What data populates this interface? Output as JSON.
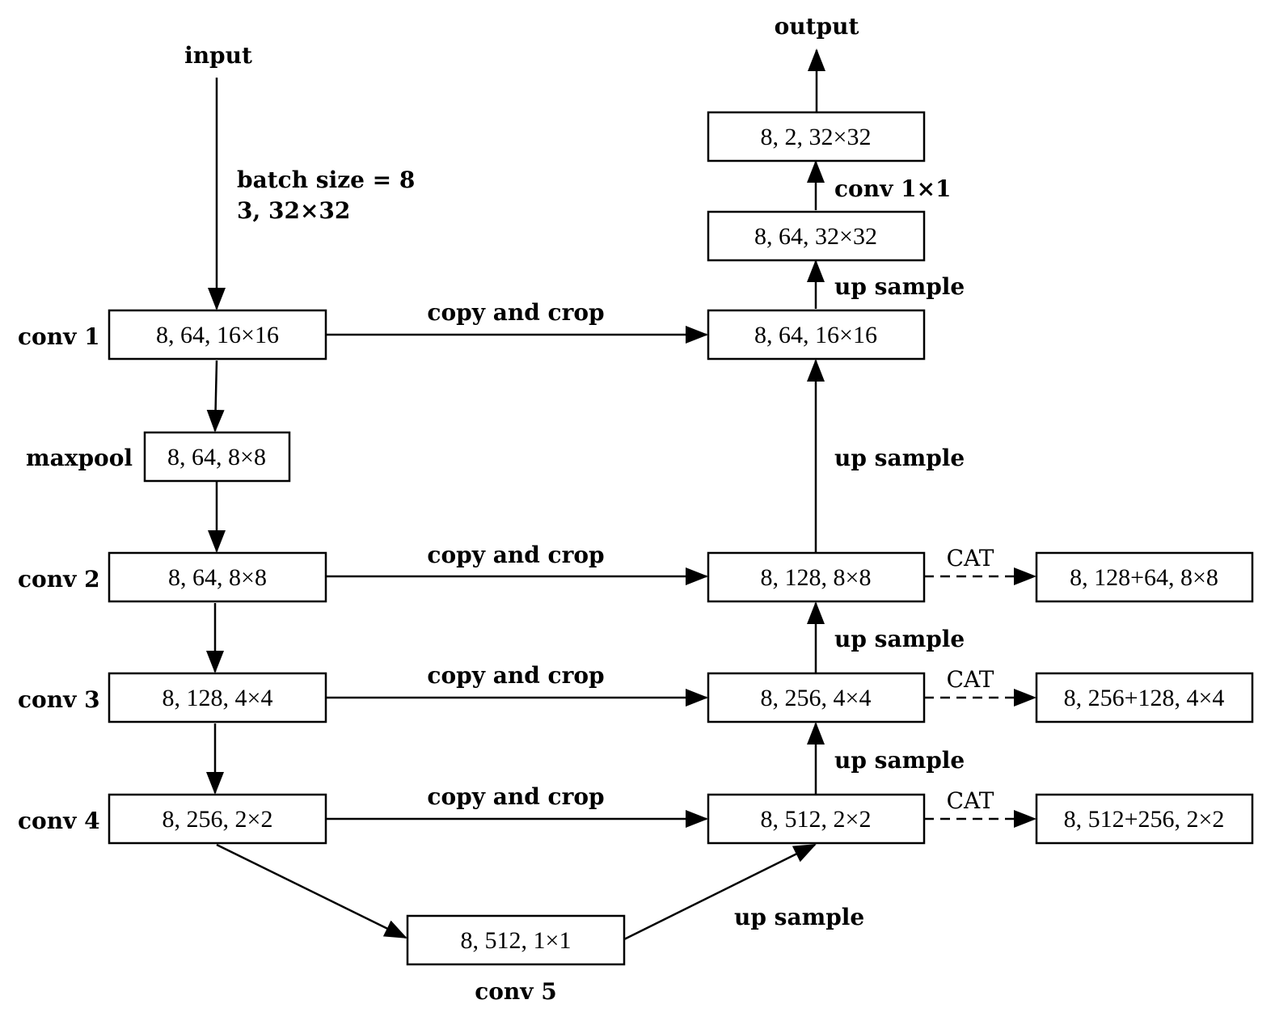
{
  "input_label": "input",
  "output_label": "output",
  "input_note_line1": "batch size = 8",
  "input_note_line2": "3, 32×32",
  "left_labels": {
    "conv1": "conv 1",
    "maxpool": "maxpool",
    "conv2": "conv 2",
    "conv3": "conv 3",
    "conv4": "conv 4",
    "conv5": "conv 5"
  },
  "boxes": {
    "conv1": "8, 64, 16×16",
    "maxpool": "8, 64, 8×8",
    "conv2": "8, 64, 8×8",
    "conv3": "8, 128, 4×4",
    "conv4": "8, 256, 2×2",
    "conv5": "8, 512, 1×1",
    "up4": "8, 512, 2×2",
    "up3": "8, 256, 4×4",
    "up2": "8, 128, 8×8",
    "up1": "8, 64, 16×16",
    "up0": "8, 64, 32×32",
    "final": "8, 2, 32×32",
    "cat2": "8, 128+64, 8×8",
    "cat3": "8, 256+128, 4×4",
    "cat4": "8, 512+256, 2×2"
  },
  "edge_labels": {
    "copy_crop": "copy and crop",
    "up_sample": "up sample",
    "cat": "CAT",
    "conv1x1": "conv 1×1"
  }
}
